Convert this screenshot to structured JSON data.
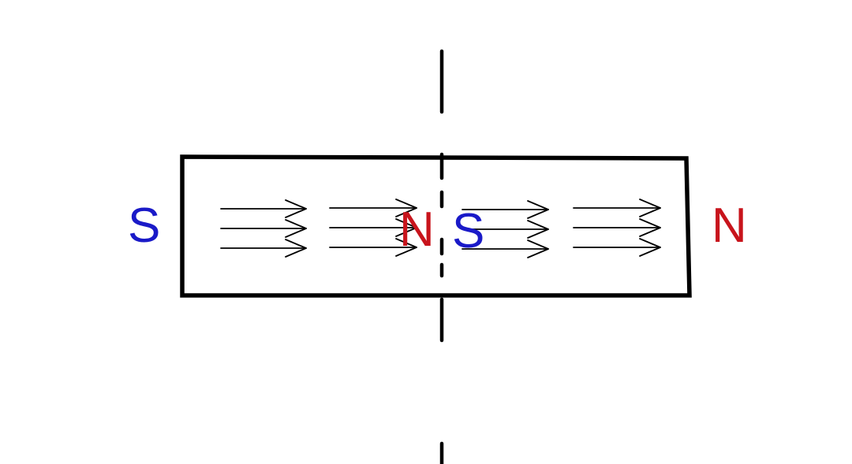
{
  "colors": {
    "background": "#ffffff",
    "stroke": "#000000",
    "north": "#c8141c",
    "south": "#1a1ac8"
  },
  "labels": {
    "left_south": "S",
    "center_north": "N",
    "center_south": "S",
    "right_north": "N"
  },
  "magnet": {
    "arrow_groups_left_half": 2,
    "arrow_groups_right_half": 2,
    "arrows_per_group": 3,
    "field_direction": "left-to-right",
    "cut_line": "dashed-vertical-through-center"
  }
}
